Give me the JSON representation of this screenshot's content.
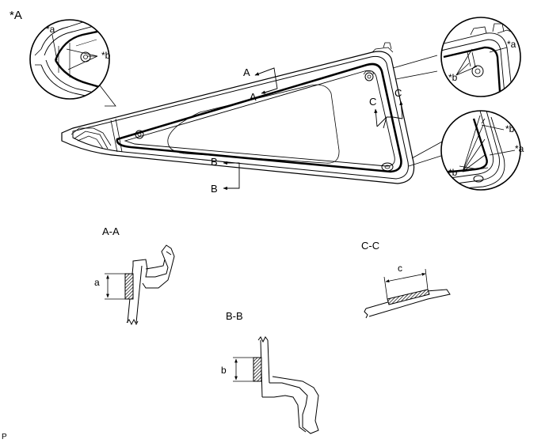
{
  "figure": {
    "view_label": "*A",
    "code": "P"
  },
  "cut_marks": {
    "a": "A",
    "b": "B",
    "c": "C"
  },
  "callouts": {
    "part_a": "*a",
    "part_b": "*b"
  },
  "sections": {
    "aa": {
      "title": "A-A",
      "dimension": "a"
    },
    "bb": {
      "title": "B-B",
      "dimension": "b"
    },
    "cc": {
      "title": "C-C",
      "dimension": "c"
    }
  },
  "colors": {
    "line": "#000000",
    "background": "#ffffff",
    "hatch": "#000000"
  }
}
